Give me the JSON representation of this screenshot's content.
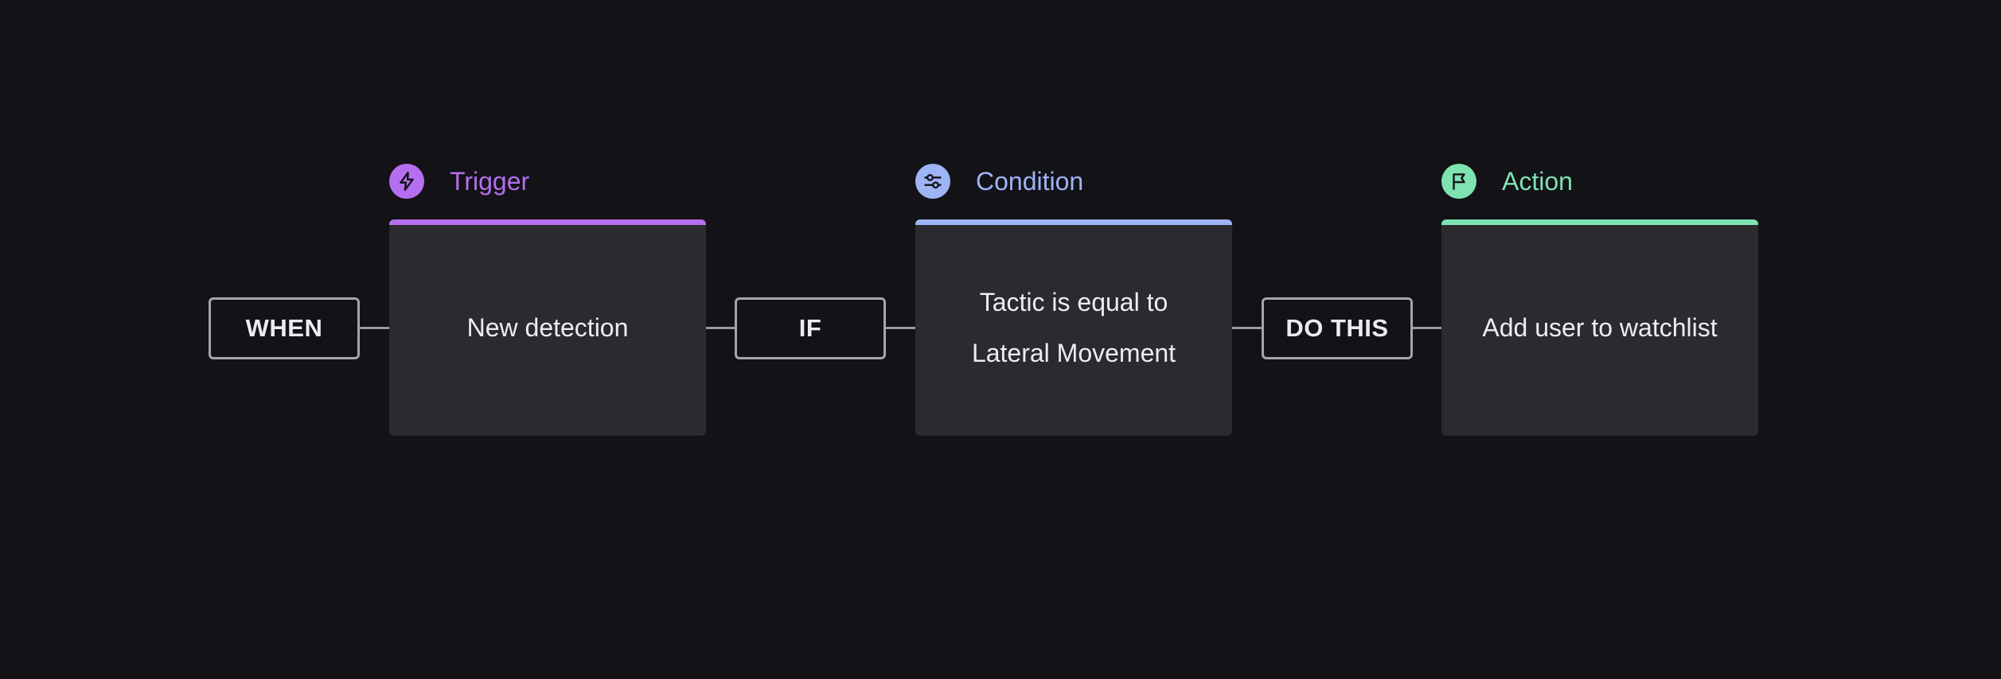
{
  "flow": {
    "when_label": "WHEN",
    "if_label": "IF",
    "do_label": "DO THIS",
    "stages": [
      {
        "title": "Trigger",
        "icon": "lightning-bolt-icon",
        "color": "#b66ef0",
        "text": "New detection"
      },
      {
        "title": "Condition",
        "icon": "sliders-icon",
        "color": "#9fb4f5",
        "text": "Tactic is equal to\nLateral Movement"
      },
      {
        "title": "Action",
        "icon": "flag-icon",
        "color": "#7ee3b1",
        "text": "Add user to watchlist"
      }
    ]
  }
}
